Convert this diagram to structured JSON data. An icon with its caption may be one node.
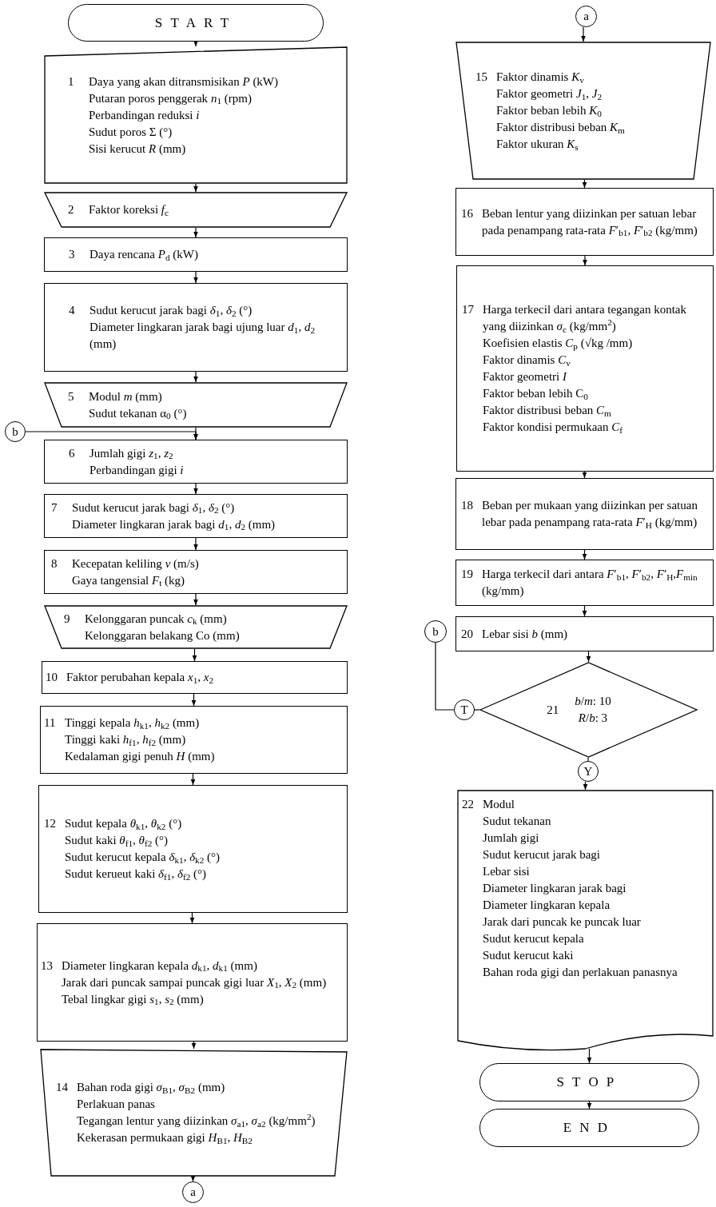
{
  "diagram": {
    "nodes": [
      {
        "text": [
          "START"
        ]
      },
      {
        "text": [
          "1",
          "Daya yang akan ditransmisikan *P* (kW)",
          "Putaran poros penggerak *n*$_{1}$ (rpm)",
          "Perbandingan reduksi *i*",
          "Sudut poros Σ (°)",
          "Sisi kerucut *R* (mm)"
        ]
      },
      {
        "text": [
          "2",
          "Faktor koreksi *f*$_{c}$"
        ]
      },
      {
        "text": [
          "3",
          "Daya rencana *P*$_{d}$ (kW)"
        ]
      },
      {
        "text": [
          "4",
          "Sudut kerucut jarak bagi *δ*$_{1}$, *δ*$_{2}$ (°)",
          "Diameter lingkaran jarak bagi ujung luar *d*$_{1}$, *d*$_{2}$ (mm)"
        ]
      },
      {
        "text": [
          "5",
          "Modul *m* (mm)",
          "Sudut tekanan α$_{0}$ (°)"
        ]
      },
      {
        "text": [
          "b"
        ]
      },
      {
        "text": [
          "6",
          "Jumlah gigi *z*$_{1}$, *z*$_{2}$",
          "Perbandingan gigi *i*"
        ]
      },
      {
        "text": [
          "7",
          "Sudut kerucut jarak bagi *δ*$_{1}$, *δ*$_{2}$ (°)",
          "Diameter lingkaran jarak bagi *d*$_{1}$, *d*$_{2}$ (mm)"
        ]
      },
      {
        "text": [
          "8",
          "Kecepatan keliling *v* (m/s)",
          "Gaya tangensial *F*$_{t}$ (kg)"
        ]
      },
      {
        "text": [
          "9",
          "Kelonggaran puncak *c*$_{k}$ (mm)",
          "Kelonggaran belakang Co (mm)"
        ]
      },
      {
        "text": [
          "10",
          "Faktor perubahan kepala *x*$_{1}$, *x*$_{2}$"
        ]
      },
      {
        "text": [
          "11",
          "Tinggi kepala *h*$_{k1}$, *h*$_{k2}$ (mm)",
          "Tinggi kaki *h*$_{f1}$, *h*$_{f2}$ (mm)",
          "Kedalaman gigi penuh *H* (mm)"
        ]
      },
      {
        "text": [
          "12",
          "Sudut kepala *θ*$_{k1}$, *θ*$_{k2}$ (°)",
          "Sudut kaki *θ*$_{f1}$, *θ*$_{f2}$ (°)",
          "Sudut kerucut kepala *δ*$_{k1}$, *δ*$_{k2}$ (°)",
          "Sudut kerueut kaki *δ*$_{f1}$, *δ*$_{f2}$ (°)"
        ]
      },
      {
        "text": [
          "13",
          "Diameter lingkaran kepala *d*$_{k1}$, *d*$_{k1}$ (mm)",
          "Jarak dari puncak sampai puncak gigi luar *X*$_{1}$, *X*$_{2}$ (mm)",
          "Tebal lingkar gigi *s*$_{1}$, *s*$_{2}$ (mm)"
        ]
      },
      {
        "text": [
          "14",
          "Bahan roda gigi *σ*$_{B1}$, *σ*$_{B2}$ (mm)",
          "Perlakuan panas",
          "Tegangan lentur yang diizinkan *σ*$_{a1}$, *σ*$_{a2}$ (kg/mm$^{2}$)",
          "Kekerasan permukaan gigi *H*$_{B1}$, *H*$_{B2}$"
        ]
      },
      {
        "text": [
          "a"
        ]
      },
      {
        "text": [
          "a"
        ]
      },
      {
        "text": [
          "15",
          "Faktor dinamis *K*$_{v}$",
          "Faktor geometri *J*$_{1}$, *J*$_{2}$",
          "Faktor beban lebih *K*$_{0}$",
          "Faktor distribusi beban *K*$_{m}$",
          "Faktor ukuran *K*$_{s}$"
        ]
      },
      {
        "text": [
          "16",
          "Beban lentur yang diizinkan per satuan lebar pada penampang rata-rata *F*′$_{b1}$, *F*′$_{b2}$ (kg/mm)"
        ]
      },
      {
        "text": [
          "17",
          "Harga terkecil dari antara tegangan kontak yang diizinkan *σ*$_{c}$ (kg/mm$^{2}$)",
          "Koefisien elastis *C*$_{p}$ (√kg /mm)",
          "Faktor dinamis *C*$_{v}$",
          "Faktor geometri *I*",
          "Faktor beban lebih C$_{0}$",
          "Faktor distribusi beban *C*$_{m}$",
          "Faktor kondisi permukaan *C*$_{f}$"
        ]
      },
      {
        "text": [
          "18",
          "Beban per mukaan yang diizinkan per satuan lebar pada penampang rata-rata *F*′$_{H}$ (kg/mm)"
        ]
      },
      {
        "text": [
          "19",
          "Harga terkecil dari antara *F*′$_{b1}$, *F*′$_{b2}$, *F*′$_{H}$,*F*$_{min}$ (kg/mm)"
        ]
      },
      {
        "text": [
          "b"
        ]
      },
      {
        "text": [
          "20",
          "Lebar sisi *b* (mm)"
        ]
      },
      {
        "text": [
          "21",
          "*b*/*m*: 10",
          "*R*/*b*: 3"
        ]
      },
      {
        "text": [
          "T"
        ]
      },
      {
        "text": [
          "Y"
        ]
      },
      {
        "text": [
          "22",
          "Modul",
          "Sudut tekanan",
          "Jumlah gigi",
          "Sudut kerucut jarak bagi",
          "Lebar sisi",
          "Diameter lingkaran jarak bagi",
          "Diameter lingkaran kepala",
          "Jarak dari puncak ke puncak luar",
          "Sudut kerucut kepala",
          "Sudut kerucut kaki",
          "Bahan roda gigi dan perlakuan panasnya"
        ]
      },
      {
        "text": [
          "STOP"
        ]
      },
      {
        "text": [
          "END"
        ]
      }
    ],
    "edges": [
      {
        "from": 0,
        "to": 1,
        "arrow": "to"
      },
      {
        "from": 1,
        "to": 2,
        "arrow": "to"
      },
      {
        "from": 2,
        "to": 3,
        "arrow": "to"
      },
      {
        "from": 3,
        "to": 4,
        "arrow": "to"
      },
      {
        "from": 4,
        "to": 5,
        "arrow": "to"
      },
      {
        "from": 5,
        "to": 7,
        "arrow": "to"
      },
      {
        "from": 6,
        "to": 7,
        "arrow": "to"
      },
      {
        "from": 7,
        "to": 8,
        "arrow": "to"
      },
      {
        "from": 8,
        "to": 9,
        "arrow": "to"
      },
      {
        "from": 9,
        "to": 10,
        "arrow": "to"
      },
      {
        "from": 10,
        "to": 11,
        "arrow": "to"
      },
      {
        "from": 11,
        "to": 12,
        "arrow": "to"
      },
      {
        "from": 12,
        "to": 13,
        "arrow": "to"
      },
      {
        "from": 13,
        "to": 14,
        "arrow": "to"
      },
      {
        "from": 14,
        "to": 15,
        "arrow": "to"
      },
      {
        "from": 15,
        "to": 16,
        "arrow": "to"
      },
      {
        "from": 17,
        "to": 18,
        "arrow": "to"
      },
      {
        "from": 18,
        "to": 19,
        "arrow": "to"
      },
      {
        "from": 19,
        "to": 20,
        "arrow": "to"
      },
      {
        "from": 20,
        "to": 21,
        "arrow": "to"
      },
      {
        "from": 21,
        "to": 22,
        "arrow": "to"
      },
      {
        "from": 22,
        "to": 24,
        "arrow": "to"
      },
      {
        "from": 24,
        "to": 25,
        "arrow": "to"
      },
      {
        "from": 25,
        "to": 26,
        "arrow": "none"
      },
      {
        "from": 26,
        "to": 23,
        "arrow": "none"
      },
      {
        "from": 25,
        "to": 27,
        "arrow": "none"
      },
      {
        "from": 27,
        "to": 28,
        "arrow": "to"
      },
      {
        "from": 28,
        "to": 29,
        "arrow": "to"
      },
      {
        "from": 29,
        "to": 30,
        "arrow": "to"
      }
    ]
  }
}
